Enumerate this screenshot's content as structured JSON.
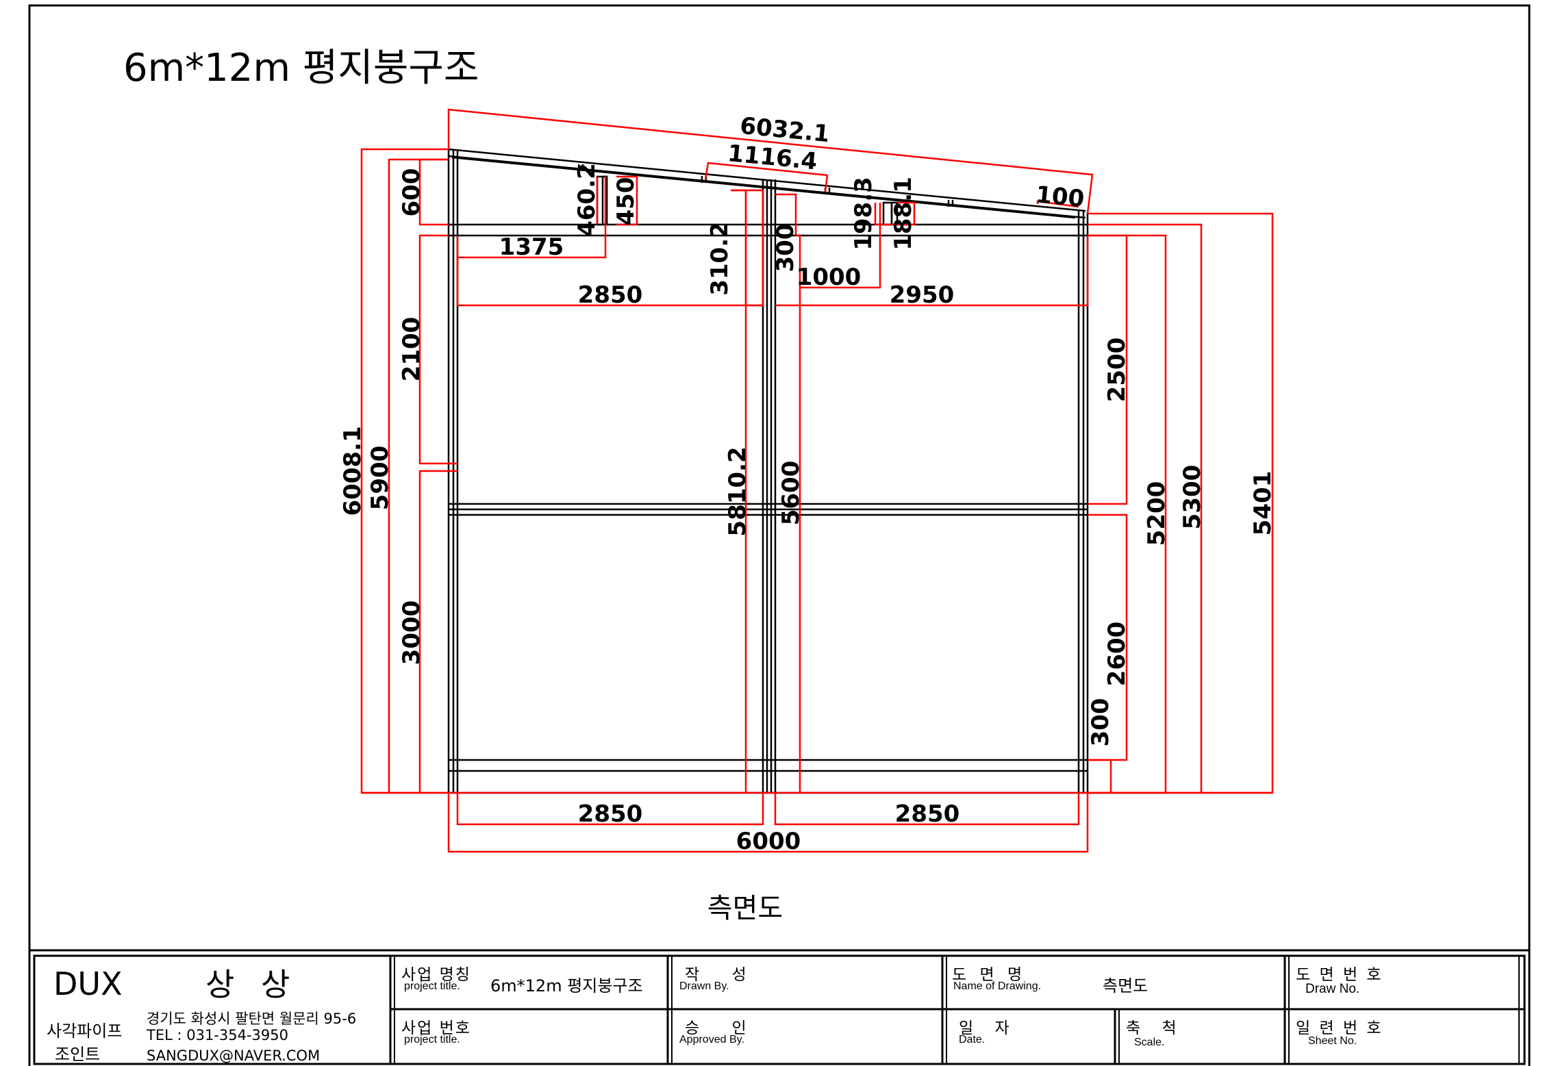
{
  "drawing": {
    "title": "6m*12m 평지붕구조",
    "caption": "측면도",
    "dimensions": {
      "top_slope_length": "6032.1",
      "top_segment": "1116.4",
      "top_right_overhang": "100",
      "left_upper_height": "600",
      "rafter_depth_a": "460.2",
      "rafter_depth_b": "450",
      "rafter_depth_c": "198.3",
      "rafter_depth_d": "188.1",
      "upper_left_span": "1375",
      "center_post_top_a": "310.2",
      "center_post_top_b": "300",
      "center_right_span": "1000",
      "upper_bay_left": "2850",
      "upper_bay_right": "2950",
      "left_mid_height": "2100",
      "left_lower_height": "3000",
      "left_total_a": "6008.1",
      "left_total_b": "5900",
      "center_post_a": "5810.2",
      "center_post_b": "5600",
      "right_upper_height": "2500",
      "right_lower_height": "2600",
      "right_base": "300",
      "right_total_a": "5200",
      "right_total_b": "5300",
      "right_total_c": "5401",
      "bottom_bay_left": "2850",
      "bottom_bay_right": "2850",
      "bottom_total": "6000"
    }
  },
  "title_block": {
    "company_logo": "DUX",
    "company_name": "상 상",
    "company_desc_1": "사각파이프",
    "company_desc_2": "조인트",
    "address": "경기도 화성시 팔탄면 월문리 95-6",
    "tel": "TEL : 031-354-3950",
    "email": "SANGDUX@NAVER.COM",
    "project_name_label": "사업 명칭",
    "project_name_sub": "project title.",
    "project_name_value": "6m*12m 평지붕구조",
    "project_no_label": "사업 번호",
    "project_no_sub": "project title.",
    "drawn_label": "작 성",
    "drawn_sub": "Drawn By.",
    "approved_label": "승 인",
    "approved_sub": "Approved By.",
    "drawing_name_label": "도 면 명",
    "drawing_name_sub": "Name of Drawing.",
    "drawing_name_value": "측면도",
    "date_label": "일 자",
    "date_sub": "Date.",
    "scale_label": "축 척",
    "scale_sub": "Scale.",
    "draw_no_label": "도 면 번 호",
    "draw_no_sub": "Draw No.",
    "sheet_no_label": "일 련 번 호",
    "sheet_no_sub": "Sheet No."
  },
  "colors": {
    "frame": "#000000",
    "dimension_lines": "#ff0000"
  }
}
